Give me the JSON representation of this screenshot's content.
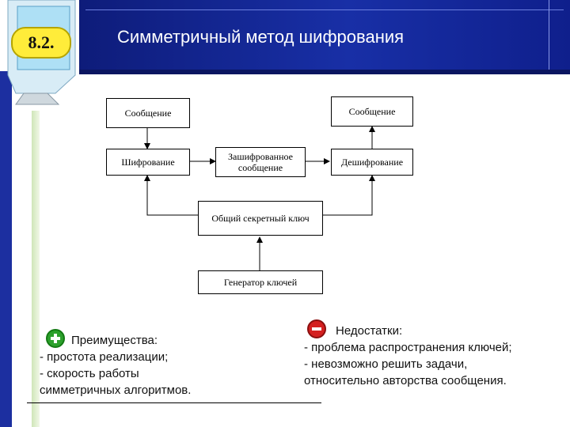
{
  "slide": {
    "number": "8.2.",
    "title": "Симметричный метод шифрования"
  },
  "diagram": {
    "message_left": "Сообщение",
    "message_right": "Сообщение",
    "encryption": "Шифрование",
    "encrypted_message": "Зашифрованное сообщение",
    "decryption": "Дешифрование",
    "shared_key": "Общий секретный ключ",
    "key_generator": "Генератор ключей"
  },
  "pros": {
    "title": "Преимущества:",
    "items": [
      "- простота реализации;",
      "- скорость работы",
      "симметричных алгоритмов."
    ]
  },
  "cons": {
    "title": "Недостатки:",
    "items": [
      "- проблема распространения ключей;",
      "- невозможно решить задачи,",
      "относительно авторства сообщения."
    ]
  },
  "colors": {
    "header": "#182fa6",
    "badge": "#ffec3a",
    "plus": "#2ca02c",
    "minus": "#d42020"
  },
  "icons": [
    "monitor-icon",
    "plus-icon",
    "minus-icon"
  ]
}
